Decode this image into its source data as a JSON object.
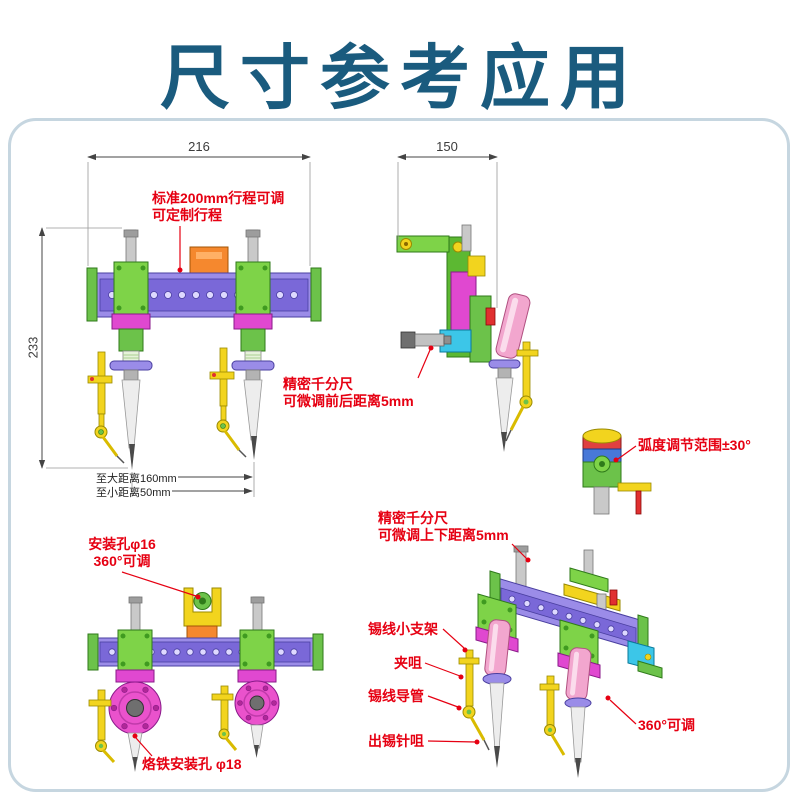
{
  "title": "尺寸参考应用",
  "colors": {
    "title": "#1a5b7e",
    "callout_red": "#e60012",
    "dimension": "#444444",
    "panel_border": "#c6d6e0",
    "rail_purple": "#9b8ce8",
    "slider_green": "#7ed348",
    "clamp_magenta": "#e048d0",
    "feeder_yellow": "#f2d41e"
  },
  "front_view": {
    "dim_width": "216",
    "dim_height": "233",
    "stroke_label_line1": "标准200mm行程可调",
    "stroke_label_line2": "可定制行程",
    "max_distance": "至大距离160mm",
    "min_distance": "至小距离50mm"
  },
  "side_view": {
    "dim_width": "150",
    "micrometer_label_line1": "精密千分尺",
    "micrometer_label_line2": "可微调前后距离5mm",
    "arc_label": "弧度调节范围±30°"
  },
  "mount_view": {
    "hole_label_line1": "安装孔φ16",
    "hole_label_line2": "360°可调",
    "iron_hole_label": "烙铁安装孔 φ18"
  },
  "perspective_view": {
    "micrometer_label_line1": "精密千分尺",
    "micrometer_label_line2": "可微调上下距离5mm",
    "wire_bracket_label": "锡线小支架",
    "clamp_label": "夹咀",
    "wire_tube_label": "锡线导管",
    "solder_needle_label": "出锡针咀",
    "rotate_label": "360°可调"
  }
}
